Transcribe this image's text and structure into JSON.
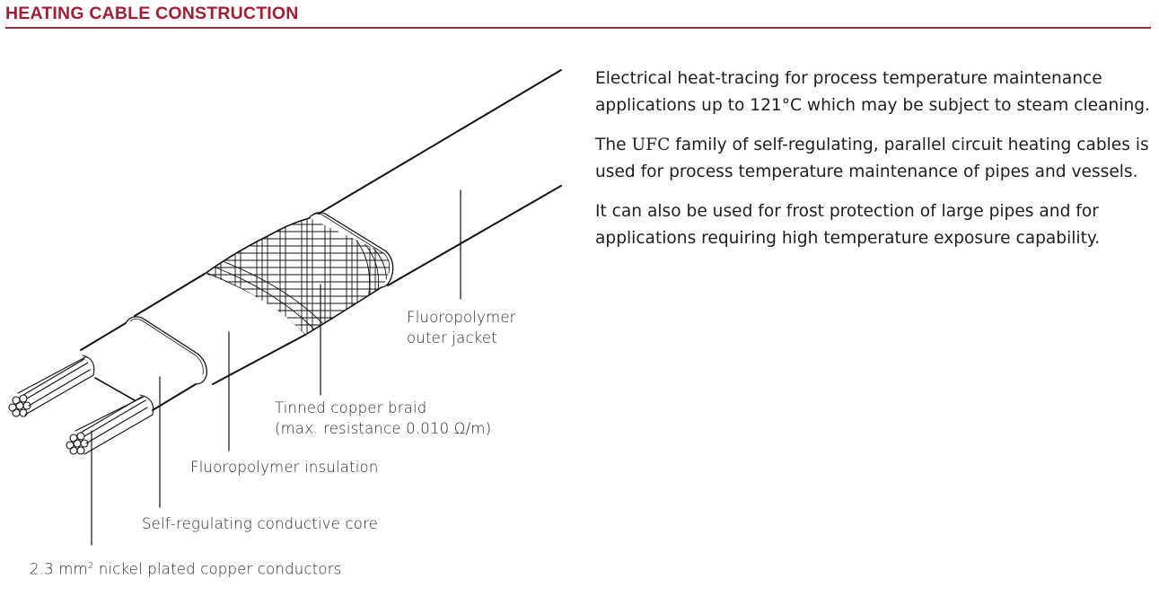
{
  "header": {
    "title": "HEATING CABLE CONSTRUCTION",
    "accent_color": "#a01f35"
  },
  "diagram": {
    "labels": {
      "outer_jacket_line1": "Fluoropolymer",
      "outer_jacket_line2": "outer jacket",
      "braid_line1": "Tinned copper braid",
      "braid_line2": "(max. resistance 0.010 Ω/m)",
      "insulation": "Fluoropolymer insulation",
      "core": "Self-regulating conductive core",
      "conductors_prefix": "2.3 mm",
      "conductors_sup": "2",
      "conductors_suffix": " nickel plated copper conductors"
    }
  },
  "description": {
    "paragraphs": [
      "Electrical heat-tracing for process temperature maintenance applications up to 121°C which may be subject to steam cleaning.",
      "The UFC family of self-regulating, parallel circuit heating cables is used for process temperature maintenance of pipes and vessels.",
      "It can also be used for frost protection of large pipes and for applications requiring high temperature exposure capability."
    ],
    "p2_before": "The ",
    "p2_brand": "UFC",
    "p2_after": " family of self-regulating, parallel circuit heating cables is used for process temperature maintenance of pipes and vessels."
  }
}
